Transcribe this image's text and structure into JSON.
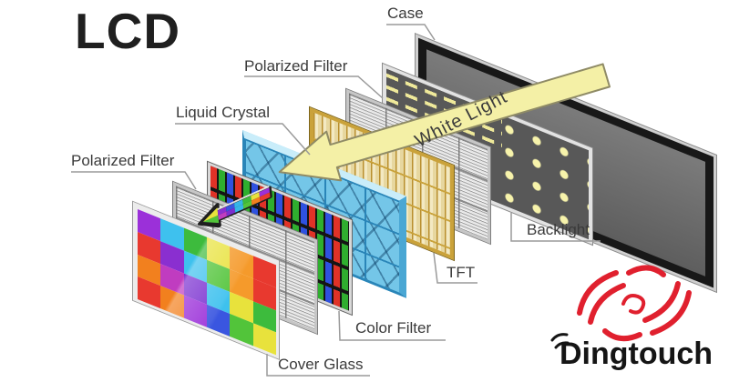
{
  "title": "LCD",
  "labels": {
    "case": "Case",
    "polarized_filter_top": "Polarized Filter",
    "liquid_crystal": "Liquid Crystal",
    "white_light": "White Light",
    "backlight": "Backlight",
    "tft": "TFT",
    "color_filter": "Color Filter",
    "cover_glass": "Cover Glass",
    "polarized_filter_left": "Polarized Filter"
  },
  "logo": {
    "brand": "Dingtouch",
    "icon_color": "#e0202e",
    "text_color": "#151515"
  },
  "diagram": {
    "layers_front_to_back": [
      "Cover Glass",
      "Polarized Filter",
      "Color Filter",
      "Liquid Crystal",
      "TFT",
      "Polarized Filter",
      "Backlight",
      "Case"
    ],
    "accent_colors": {
      "liquid_crystal_blue": "#74c6e8",
      "tft_gold": "#caa23a",
      "arrow_yellow": "#f4f0a6",
      "backlight_led_yellow": "#f7f3ab",
      "case_grey": "#707070"
    }
  },
  "cover_glass_grid": [
    [
      "#9b30d9",
      "#3ec1ee",
      "#3dbb3d",
      "#e8e23c",
      "#f59a2b",
      "#e8392f"
    ],
    [
      "#e8392f",
      "#8a2fd0",
      "#3ec1ee",
      "#52c43a",
      "#f59a2b",
      "#e8392f"
    ],
    [
      "#f2801e",
      "#c03cc0",
      "#7a2fd0",
      "#3ec1ee",
      "#e8e23c",
      "#3dbb3d"
    ],
    [
      "#e8392f",
      "#f2801e",
      "#9b30d9",
      "#3a56e0",
      "#52c43a",
      "#e8e23c"
    ]
  ]
}
